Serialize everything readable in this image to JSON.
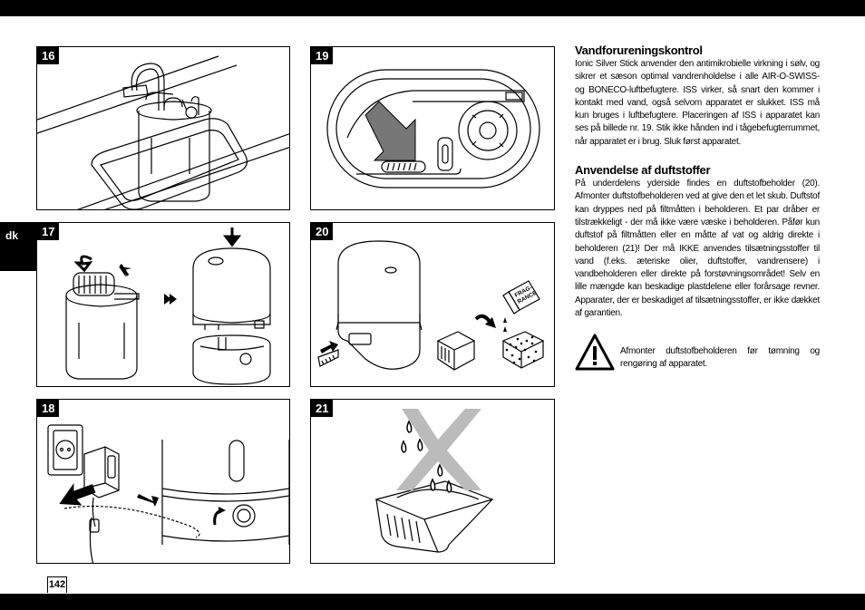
{
  "language_tab": "dk",
  "page_number": "142",
  "figures": {
    "f16": "16",
    "f17": "17",
    "f18": "18",
    "f19": "19",
    "f20": "20",
    "f21": "21",
    "fragrance_label_line1": "FRAG-",
    "fragrance_label_line2": "RANCE"
  },
  "sections": {
    "water_control": {
      "heading": "Vandforureningskontrol",
      "body": "Ionic Silver Stick anvender den antimikrobielle virkning i sølv, og sikrer et sæson optimal vandrenholdelse i alle AIR-O-SWISS- og BONECO-luftbefugtere. ISS virker, så snart den kommer i kontakt med vand, også selvom apparatet er slukket. ISS må kun bruges i luftbefugtere. Placeringen af ISS i apparatet kan ses på billede nr. 19. Stik ikke hånden ind i tågebefugterrummet, når apparatet er i brug. Sluk først apparatet."
    },
    "fragrance": {
      "heading": "Anvendelse af duftstoffer",
      "body": "På underdelens yderside findes en duftstofbeholder (20). Afmonter duftstofbeholderen ved at give den et let skub. Duftstof kan dryppes ned på filtmåtten i beholderen. Et par dråber er tilstrækkeligt - der må ikke være væske i beholderen. Påfør kun duftstof på filtmåtten eller en måtte af vat og aldrig direkte i beholderen (21)! Der må IKKE anvendes tilsætningsstoffer til vand (f.eks. æteriske olier, duftstoffer, vandrensere) i vandbeholderen eller direkte på forstøvningsområdet! Selv en lille mængde kan beskadige plastdelene eller forårsage revner. Apparater, der er beskadiget af tilsætningsstoffer, er ikke dækket af garantien."
    }
  },
  "warning": {
    "icon": "warning-triangle-icon",
    "text": "Afmonter duftstofbeholderen før tømning og rengøring af apparatet."
  }
}
